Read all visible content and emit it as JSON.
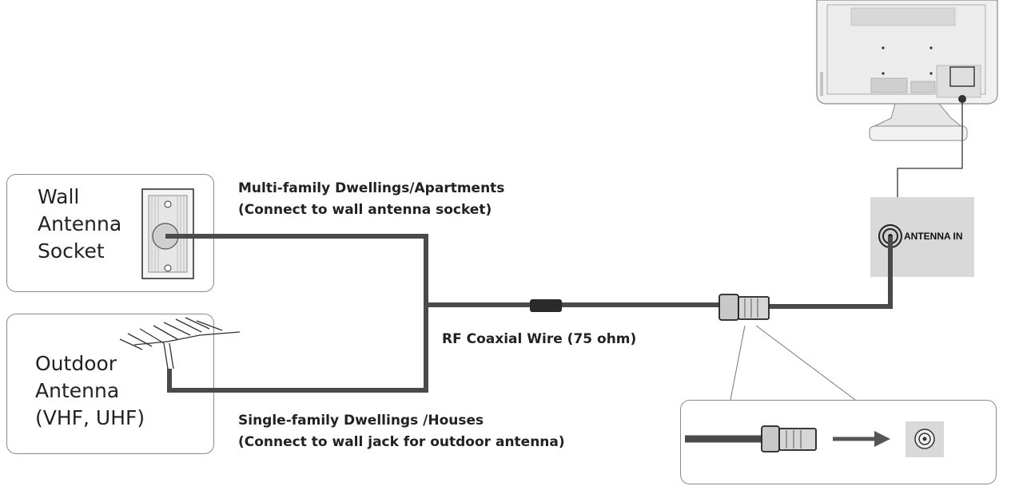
{
  "sources": {
    "wall": {
      "label": "Wall\nAntenna\nSocket"
    },
    "outdoor": {
      "label": "Outdoor\nAntenna\n(VHF, UHF)"
    }
  },
  "notes": {
    "apartments_title": "Multi-family Dwellings/Apartments",
    "apartments_sub": "(Connect to wall antenna socket)",
    "coax": "RF Coaxial Wire (75 ohm)",
    "houses_title": "Single-family Dwellings /Houses",
    "houses_sub": "(Connect to wall jack for outdoor antenna)"
  },
  "tv_panel": {
    "port_label": "ANTENNA IN"
  },
  "colors": {
    "cable": "#4a4a4a",
    "panel": "#d9d9d9",
    "outline": "#8a8a8a"
  }
}
